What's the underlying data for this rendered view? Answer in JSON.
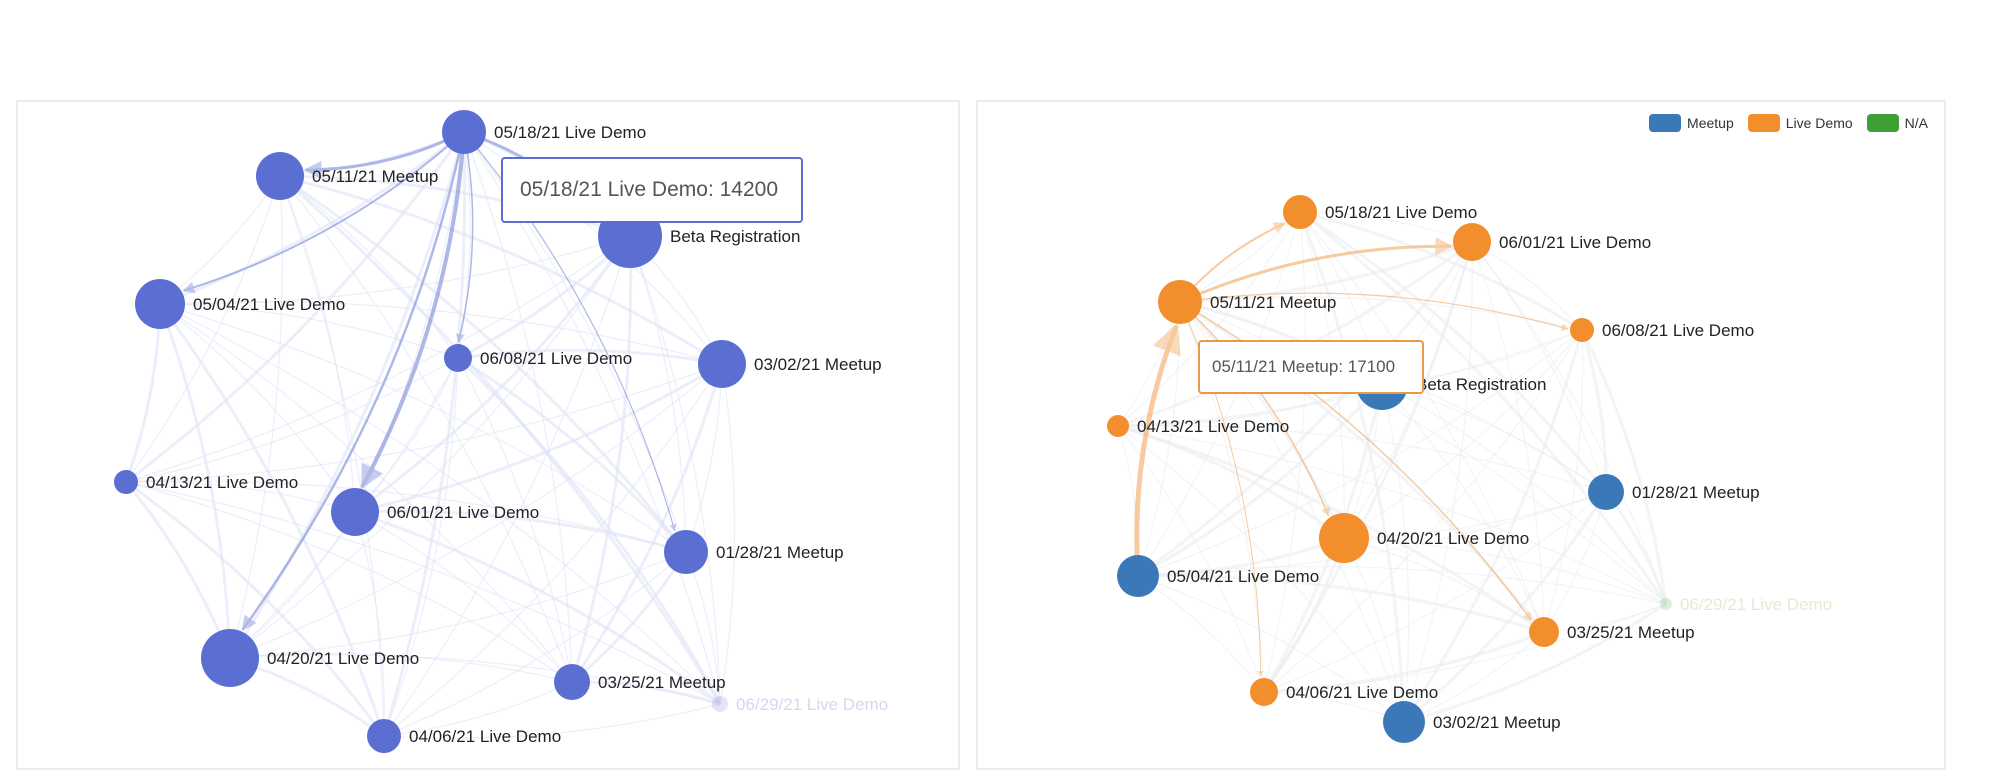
{
  "left": {
    "tooltip": "05/18/21 Live Demo: 14200",
    "node_color": "#5b6fd3",
    "nodes": [
      {
        "id": "n0518",
        "label": "05/18/21 Live Demo"
      },
      {
        "id": "n0511",
        "label": "05/11/21 Meetup"
      },
      {
        "id": "nbeta",
        "label": "Beta Registration"
      },
      {
        "id": "n0504",
        "label": "05/04/21 Live Demo"
      },
      {
        "id": "n0608",
        "label": "06/08/21 Live Demo"
      },
      {
        "id": "n0302",
        "label": "03/02/21 Meetup"
      },
      {
        "id": "n0413",
        "label": "04/13/21 Live Demo"
      },
      {
        "id": "n0601",
        "label": "06/01/21 Live Demo"
      },
      {
        "id": "n0128",
        "label": "01/28/21 Meetup"
      },
      {
        "id": "n0420",
        "label": "04/20/21 Live Demo"
      },
      {
        "id": "n0325",
        "label": "03/25/21 Meetup"
      },
      {
        "id": "n0629",
        "label": "06/29/21 Live Demo"
      },
      {
        "id": "n0406",
        "label": "04/06/21 Live Demo"
      }
    ]
  },
  "right": {
    "tooltip": "05/11/21 Meetup: 17100",
    "legend": [
      {
        "label": "Meetup",
        "color": "#3b78b8"
      },
      {
        "label": "Live Demo",
        "color": "#f28e2b"
      },
      {
        "label": "N/A",
        "color": "#3f9e36"
      }
    ],
    "nodes": [
      {
        "id": "r0518",
        "label": "05/18/21 Live Demo",
        "color": "#f28e2b"
      },
      {
        "id": "r0601",
        "label": "06/01/21 Live Demo",
        "color": "#f28e2b"
      },
      {
        "id": "r0511",
        "label": "05/11/21 Meetup",
        "color": "#f28e2b"
      },
      {
        "id": "r0608",
        "label": "06/08/21 Live Demo",
        "color": "#f28e2b"
      },
      {
        "id": "rbeta",
        "label": "Beta Registration",
        "color": "#3b78b8"
      },
      {
        "id": "r0413",
        "label": "04/13/21 Live Demo",
        "color": "#f28e2b"
      },
      {
        "id": "r0128",
        "label": "01/28/21 Meetup",
        "color": "#3b78b8"
      },
      {
        "id": "r0420",
        "label": "04/20/21 Live Demo",
        "color": "#f28e2b"
      },
      {
        "id": "r0504",
        "label": "05/04/21 Live Demo",
        "color": "#3b78b8"
      },
      {
        "id": "r0629",
        "label": "06/29/21 Live Demo",
        "color": "#3f9e36"
      },
      {
        "id": "r0325",
        "label": "03/25/21 Meetup",
        "color": "#f28e2b"
      },
      {
        "id": "r0406",
        "label": "04/06/21 Live Demo",
        "color": "#f28e2b"
      },
      {
        "id": "r0302",
        "label": "03/02/21 Meetup",
        "color": "#3b78b8"
      }
    ]
  }
}
